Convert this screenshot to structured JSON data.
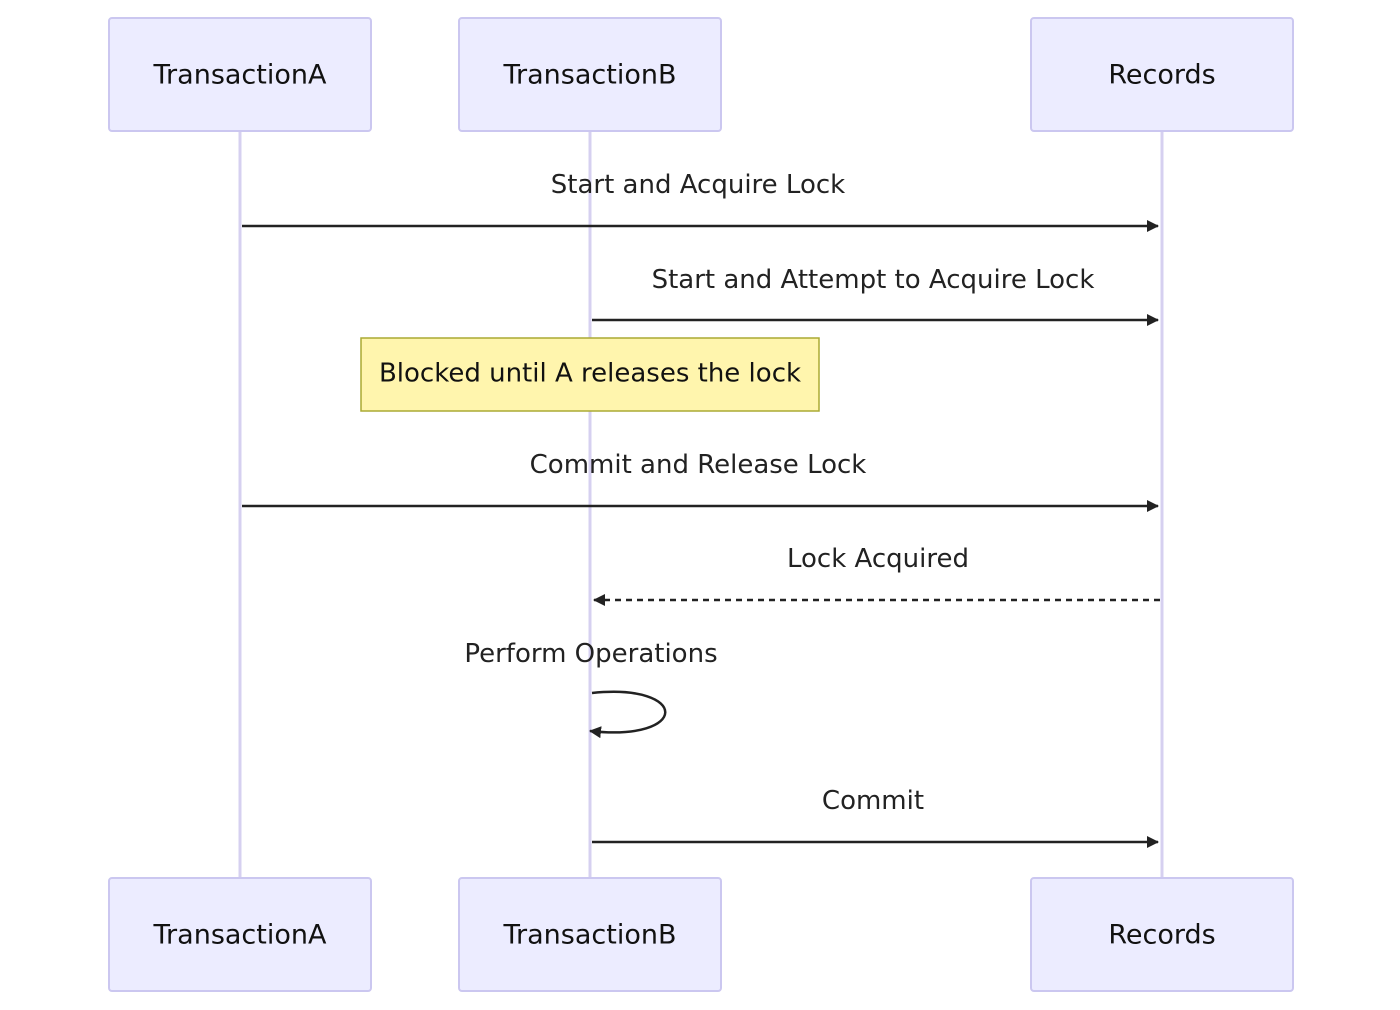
{
  "participants": [
    {
      "id": "A",
      "label": "TransactionA"
    },
    {
      "id": "B",
      "label": "TransactionB"
    },
    {
      "id": "R",
      "label": "Records"
    }
  ],
  "messages": [
    {
      "from": "A",
      "to": "R",
      "label": "Start and Acquire Lock",
      "style": "solid"
    },
    {
      "from": "B",
      "to": "R",
      "label": "Start and Attempt to Acquire Lock",
      "style": "solid"
    },
    {
      "from": "A",
      "to": "R",
      "label": "Commit and Release Lock",
      "style": "solid"
    },
    {
      "from": "R",
      "to": "B",
      "label": "Lock Acquired",
      "style": "dashed"
    },
    {
      "from": "B",
      "to": "B",
      "label": "Perform Operations",
      "style": "solid"
    },
    {
      "from": "B",
      "to": "R",
      "label": "Commit",
      "style": "solid"
    }
  ],
  "note": {
    "over": "B",
    "text": "Blocked until A releases the lock"
  },
  "colors": {
    "actor_fill": "#ececff",
    "actor_stroke": "#cbc7f0",
    "lifeline": "#d6d0f0",
    "arrow": "#222222",
    "note_fill": "#fff5ad",
    "note_stroke": "#aaaa33"
  }
}
